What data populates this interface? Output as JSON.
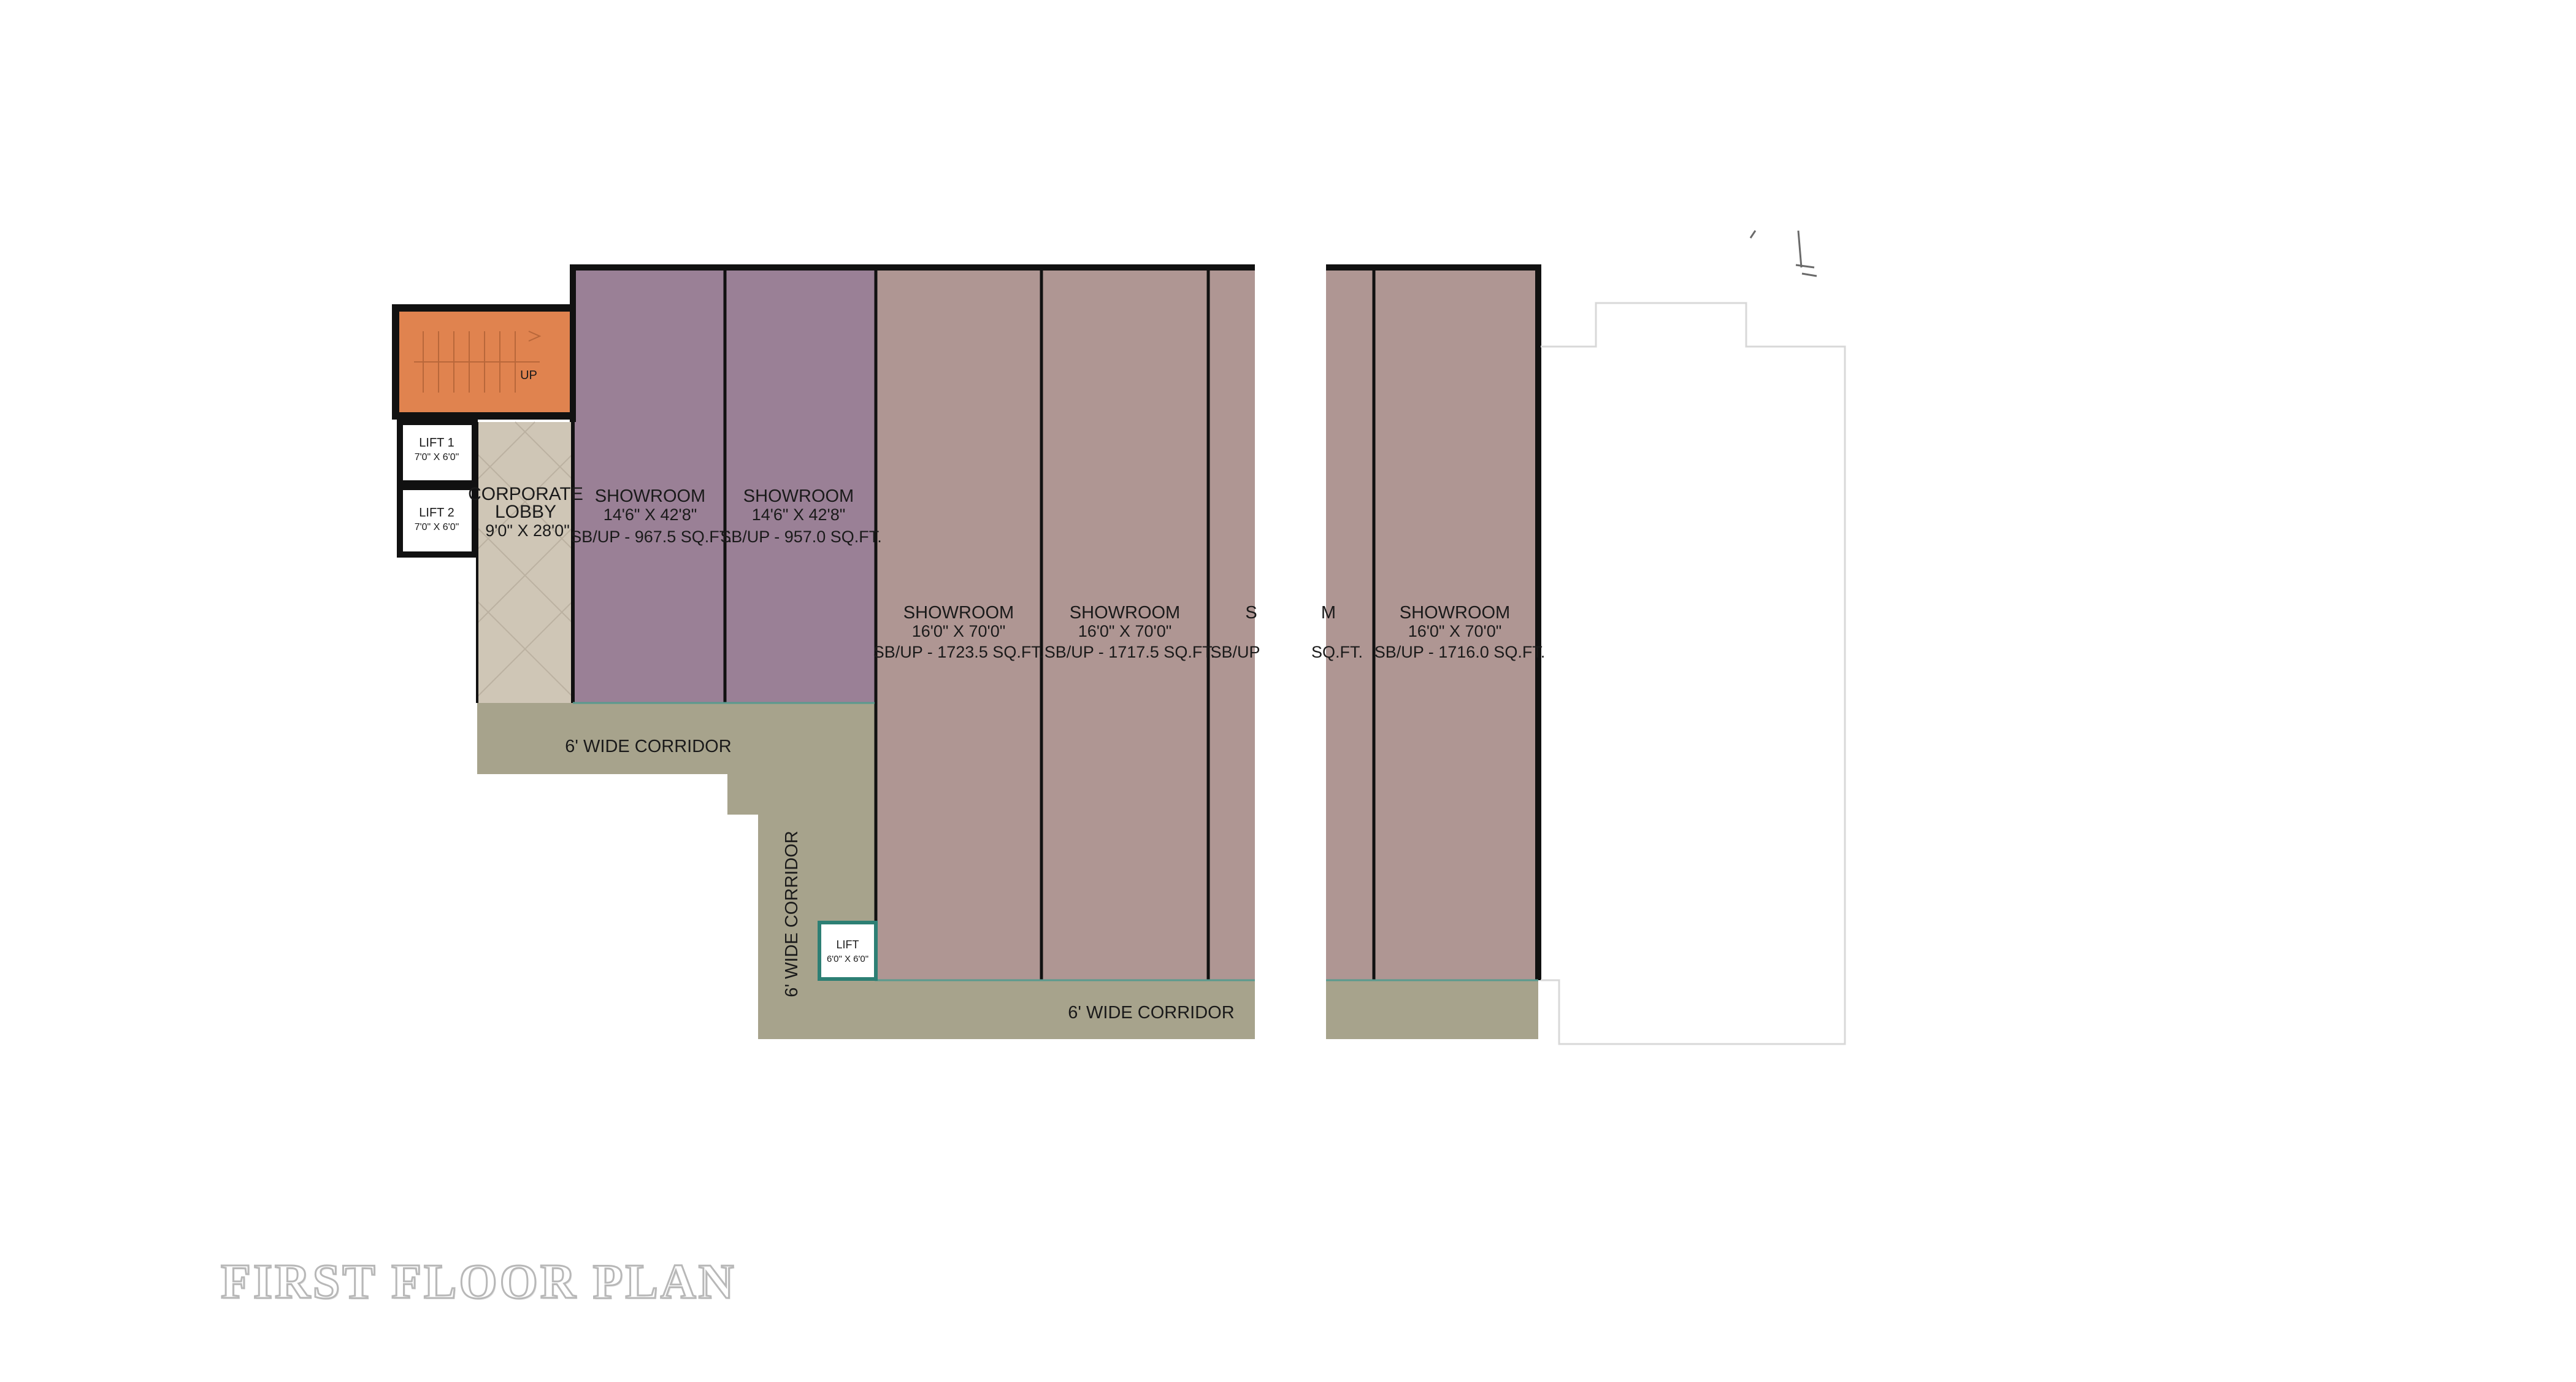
{
  "title": "FIRST FLOOR PLAN",
  "colors": {
    "staircase": "#E0834F",
    "lobby": "#CFC6B6",
    "showroom_small": "#9A8096",
    "showroom_large": "#AF9693",
    "corridor": "#A7A38C",
    "wall": "#111111"
  },
  "staircase": {
    "label": "UP"
  },
  "lifts": [
    {
      "name": "LIFT 1",
      "size": "7'0\" X 6'0\""
    },
    {
      "name": "LIFT 2",
      "size": "7'0\" X 6'0\""
    },
    {
      "name": "LIFT",
      "size": "6'0\" X 6'0\""
    }
  ],
  "lobby": {
    "line1": "CORPORATE",
    "line2": "LOBBY",
    "size": "9'0\" X 28'0\""
  },
  "showrooms": [
    {
      "name": "SHOWROOM",
      "size": "14'6\" X 42'8\"",
      "area": "SB/UP - 967.5 SQ.FT."
    },
    {
      "name": "SHOWROOM",
      "size": "14'6\" X 42'8\"",
      "area": "SB/UP - 957.0 SQ.FT."
    },
    {
      "name": "SHOWROOM",
      "size": "16'0\" X 70'0\"",
      "area": "SB/UP - 1723.5 SQ.FT."
    },
    {
      "name": "SHOWROOM",
      "size": "16'0\" X 70'0\"",
      "area": "SB/UP - 1717.5 SQ.FT."
    },
    {
      "name": "S",
      "name_tail": "M",
      "size": "",
      "area": "SB/UP",
      "area_tail": "SQ.FT."
    },
    {
      "name": "SHOWROOM",
      "size": "16'0\" X 70'0\"",
      "area": "SB/UP - 1716.0 SQ.FT."
    }
  ],
  "corridors": [
    {
      "label": "6' WIDE CORRIDOR"
    },
    {
      "label": "6' WIDE CORRIDOR"
    },
    {
      "label": "6' WIDE CORRIDOR"
    }
  ]
}
